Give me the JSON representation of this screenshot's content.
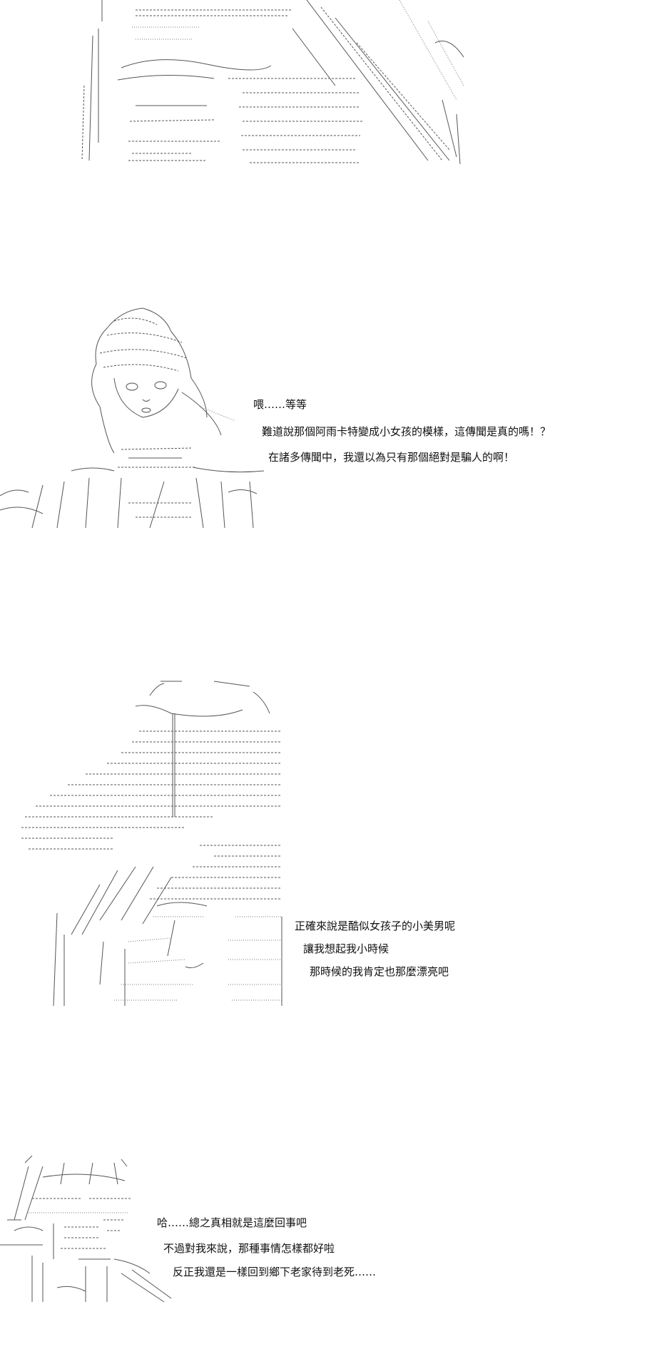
{
  "panels": [
    {
      "id": "panel-1",
      "dialog": []
    },
    {
      "id": "panel-2",
      "dialog": [
        "喂……等等",
        "難道說那個阿雨卡特變成小女孩的模樣，這傳聞是真的嗎！？",
        "在諸多傳聞中，我還以為只有那個絕對是騙人的啊！"
      ]
    },
    {
      "id": "panel-3",
      "dialog": [
        "正確來說是酷似女孩子的小美男呢",
        "讓我想起我小時候",
        "那時候的我肯定也那麼漂亮吧"
      ]
    },
    {
      "id": "panel-4",
      "dialog": [
        "哈……總之真相就是這麼回事吧",
        "不過對我來說，那種事情怎樣都好啦",
        "反正我還是一樣回到鄉下老家待到老死……"
      ]
    }
  ]
}
